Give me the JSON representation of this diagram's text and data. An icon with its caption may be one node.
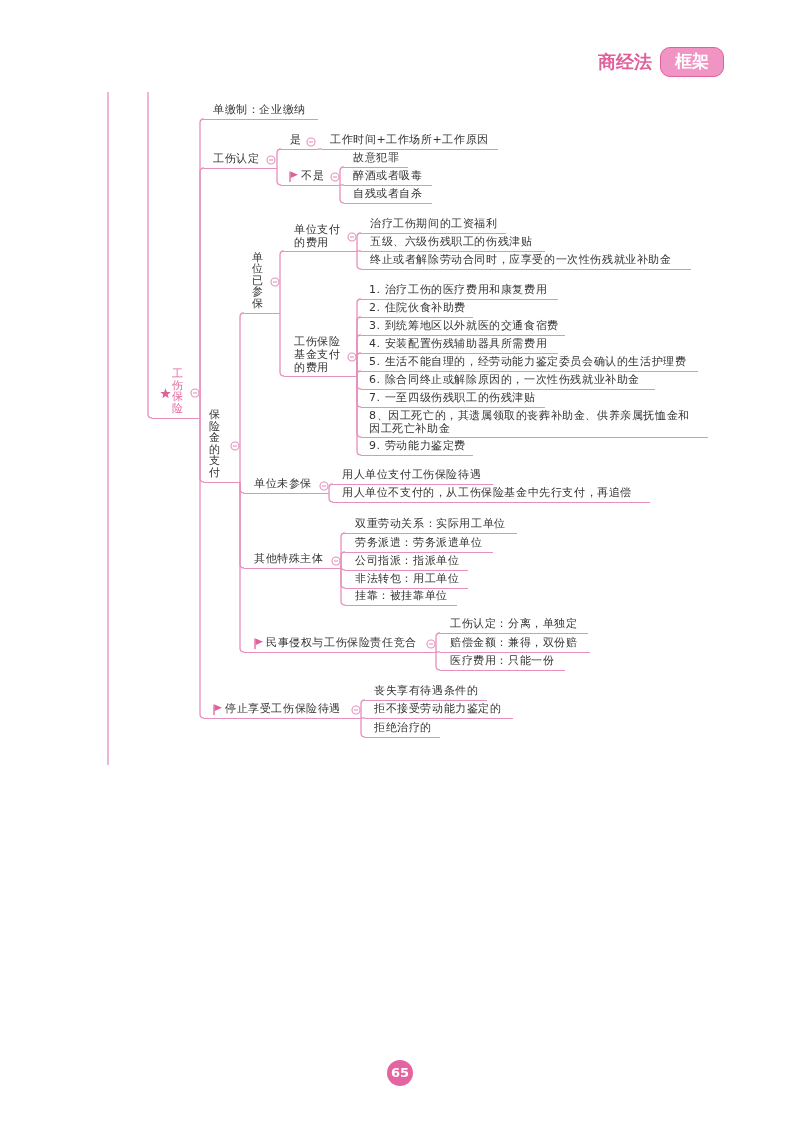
{
  "diagram": {
    "nodes": [
      {
        "text": [
          "工伤保险"
        ]
      },
      {
        "text": [
          "单缴制：企业缴纳"
        ]
      },
      {
        "text": [
          "工伤认定"
        ]
      },
      {
        "text": [
          "是"
        ]
      },
      {
        "text": [
          "工作时间+工作场所+工作原因"
        ]
      },
      {
        "text": [
          "不是"
        ]
      },
      {
        "text": [
          "故意犯罪"
        ]
      },
      {
        "text": [
          "醉酒或者吸毒"
        ]
      },
      {
        "text": [
          "自残或者自杀"
        ]
      },
      {
        "text": [
          "保险金的支付"
        ]
      },
      {
        "text": [
          "单位已参保"
        ]
      },
      {
        "text": [
          "单位支付的费用"
        ]
      },
      {
        "text": [
          "治疗工伤期间的工资福利"
        ]
      },
      {
        "text": [
          "五级、六级伤残职工的伤残津贴"
        ]
      },
      {
        "text": [
          "终止或者解除劳动合同时，应享受的一次性伤残就业补助金"
        ]
      },
      {
        "text": [
          "工伤保险基金支付的费用"
        ]
      },
      {
        "text": [
          "1. 治疗工伤的医疗费用和康复费用"
        ]
      },
      {
        "text": [
          "2. 住院伙食补助费"
        ]
      },
      {
        "text": [
          "3. 到统筹地区以外就医的交通食宿费"
        ]
      },
      {
        "text": [
          "4. 安装配置伤残辅助器具所需费用"
        ]
      },
      {
        "text": [
          "5. 生活不能自理的，经劳动能力鉴定委员会确认的生活护理费"
        ]
      },
      {
        "text": [
          "6. 除合同终止或解除原因的，一次性伤残就业补助金"
        ]
      },
      {
        "text": [
          "7. 一至四级伤残职工的伤残津贴"
        ]
      },
      {
        "text": [
          "8、因工死亡的，其遗属领取的丧葬补助金、供养亲属抚恤金和因工死亡补助金"
        ]
      },
      {
        "text": [
          "9. 劳动能力鉴定费"
        ]
      },
      {
        "text": [
          "单位未参保"
        ]
      },
      {
        "text": [
          "用人单位支付工伤保险待遇"
        ]
      },
      {
        "text": [
          "用人单位不支付的，从工伤保险基金中先行支付，再追偿"
        ]
      },
      {
        "text": [
          "其他特殊主体"
        ]
      },
      {
        "text": [
          "双重劳动关系：实际用工单位"
        ]
      },
      {
        "text": [
          "劳务派遣：劳务派遣单位"
        ]
      },
      {
        "text": [
          "公司指派：指派单位"
        ]
      },
      {
        "text": [
          "非法转包：用工单位"
        ]
      },
      {
        "text": [
          "挂靠：被挂靠单位"
        ]
      },
      {
        "text": [
          "民事侵权与工伤保险责任竞合"
        ]
      },
      {
        "text": [
          "工伤认定：分离，单独定"
        ]
      },
      {
        "text": [
          "赔偿金额：兼得，双份赔"
        ]
      },
      {
        "text": [
          "医疗费用：只能一份"
        ]
      },
      {
        "text": [
          "停止享受工伤保险待遇"
        ]
      },
      {
        "text": [
          "丧失享有待遇条件的"
        ]
      },
      {
        "text": [
          "拒不接受劳动能力鉴定的"
        ]
      },
      {
        "text": [
          "拒绝治疗的"
        ]
      }
    ],
    "edges": [
      {
        "from": null,
        "to": 0,
        "arrow": "none"
      },
      {
        "from": 0,
        "to": 1,
        "arrow": "none"
      },
      {
        "from": 0,
        "to": 2,
        "arrow": "none"
      },
      {
        "from": 2,
        "to": 3,
        "arrow": "none"
      },
      {
        "from": 3,
        "to": 4,
        "arrow": "none"
      },
      {
        "from": 2,
        "to": 5,
        "arrow": "none"
      },
      {
        "from": 5,
        "to": 6,
        "arrow": "none"
      },
      {
        "from": 5,
        "to": 7,
        "arrow": "none"
      },
      {
        "from": 5,
        "to": 8,
        "arrow": "none"
      },
      {
        "from": 0,
        "to": 9,
        "arrow": "none"
      },
      {
        "from": 9,
        "to": 10,
        "arrow": "none"
      },
      {
        "from": 10,
        "to": 11,
        "arrow": "none"
      },
      {
        "from": 11,
        "to": 12,
        "arrow": "none"
      },
      {
        "from": 11,
        "to": 13,
        "arrow": "none"
      },
      {
        "from": 11,
        "to": 14,
        "arrow": "none"
      },
      {
        "from": 10,
        "to": 15,
        "arrow": "none"
      },
      {
        "from": 15,
        "to": 16,
        "arrow": "none"
      },
      {
        "from": 15,
        "to": 17,
        "arrow": "none"
      },
      {
        "from": 15,
        "to": 18,
        "arrow": "none"
      },
      {
        "from": 15,
        "to": 19,
        "arrow": "none"
      },
      {
        "from": 15,
        "to": 20,
        "arrow": "none"
      },
      {
        "from": 15,
        "to": 21,
        "arrow": "none"
      },
      {
        "from": 15,
        "to": 22,
        "arrow": "none"
      },
      {
        "from": 15,
        "to": 23,
        "arrow": "none"
      },
      {
        "from": 15,
        "to": 24,
        "arrow": "none"
      },
      {
        "from": 9,
        "to": 25,
        "arrow": "none"
      },
      {
        "from": 25,
        "to": 26,
        "arrow": "none"
      },
      {
        "from": 25,
        "to": 27,
        "arrow": "none"
      },
      {
        "from": 9,
        "to": 28,
        "arrow": "none"
      },
      {
        "from": 28,
        "to": 29,
        "arrow": "none"
      },
      {
        "from": 28,
        "to": 30,
        "arrow": "none"
      },
      {
        "from": 28,
        "to": 31,
        "arrow": "none"
      },
      {
        "from": 28,
        "to": 32,
        "arrow": "none"
      },
      {
        "from": 28,
        "to": 33,
        "arrow": "none"
      },
      {
        "from": 9,
        "to": 34,
        "arrow": "none"
      },
      {
        "from": 34,
        "to": 35,
        "arrow": "none"
      },
      {
        "from": 34,
        "to": 36,
        "arrow": "none"
      },
      {
        "from": 34,
        "to": 37,
        "arrow": "none"
      },
      {
        "from": 0,
        "to": 38,
        "arrow": "none"
      },
      {
        "from": 38,
        "to": 39,
        "arrow": "none"
      },
      {
        "from": 38,
        "to": 40,
        "arrow": "none"
      },
      {
        "from": 38,
        "to": 41,
        "arrow": "none"
      }
    ],
    "labels": [
      "商经法",
      "框架",
      "65"
    ]
  }
}
